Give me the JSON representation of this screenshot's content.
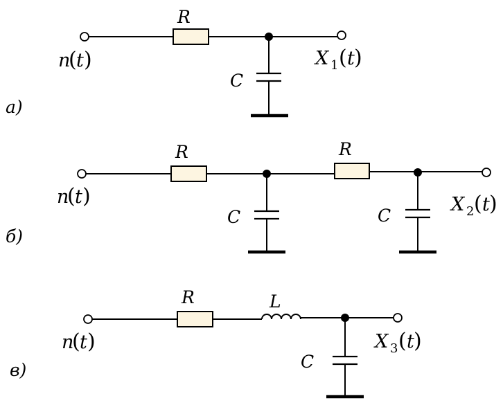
{
  "labels": {
    "resistor": "R",
    "capacitor": "C",
    "inductor": "L",
    "input_var": "n",
    "time_var": "t",
    "open_paren": "(",
    "close_paren": ")",
    "output_var": "X"
  },
  "circuits": [
    {
      "id": "a",
      "caption": "а)",
      "output_index": "1"
    },
    {
      "id": "b",
      "caption": "б)",
      "output_index": "2"
    },
    {
      "id": "c",
      "caption": "в)",
      "output_index": "3"
    }
  ]
}
